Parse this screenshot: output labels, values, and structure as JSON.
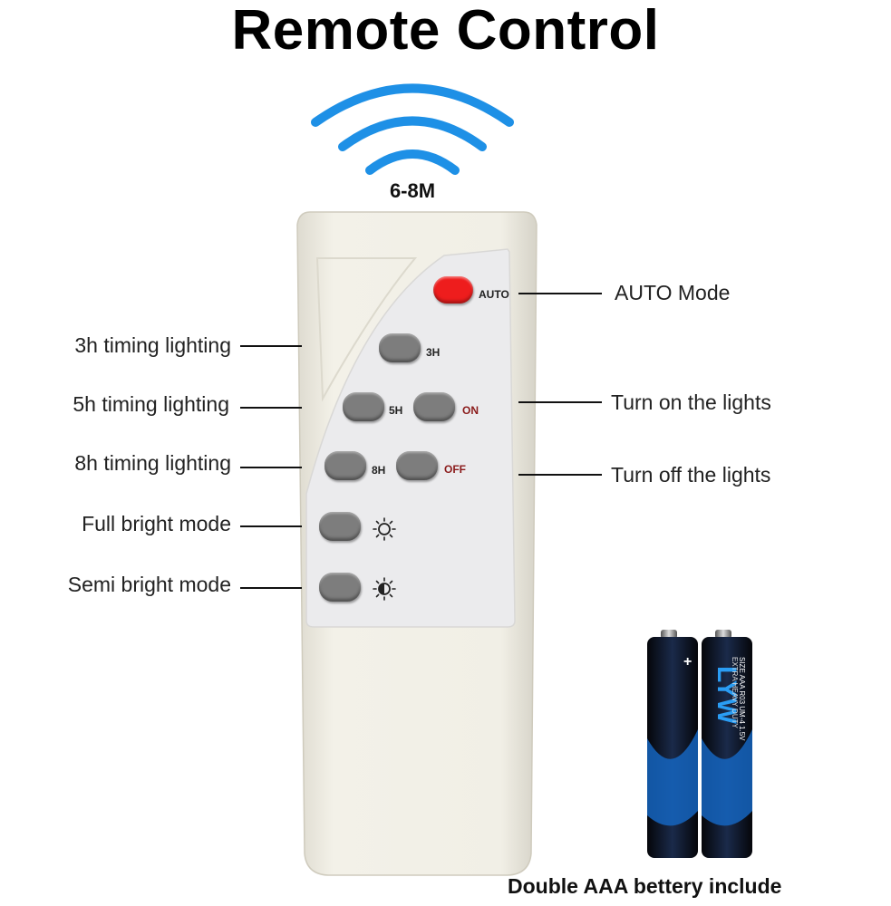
{
  "header": {
    "title": "Remote Control",
    "range": "6-8M"
  },
  "remote": {
    "buttons": {
      "auto": "AUTO",
      "h3": "3H",
      "h5": "5H",
      "on": "ON",
      "h8": "8H",
      "off": "OFF"
    },
    "colors": {
      "auto_button": "#ee1d1d",
      "button": "#7d7d7d",
      "body": "#f1efe6",
      "panel": "#ebebed",
      "signal": "#1e90e6"
    }
  },
  "labels": {
    "left": [
      "3h timing lighting",
      "5h timing lighting",
      "8h timing lighting",
      "Full bright mode",
      "Semi bright mode"
    ],
    "right": [
      "AUTO Mode",
      "Turn on the lights",
      "Turn off the lights"
    ]
  },
  "battery": {
    "brand": "LYW",
    "polarity": "+",
    "spec": "SIZE AAA R03 UM-4 1.5V",
    "duty": "EXTRA HEAVY DUTY"
  },
  "footer": {
    "note": "Double AAA bettery include"
  }
}
